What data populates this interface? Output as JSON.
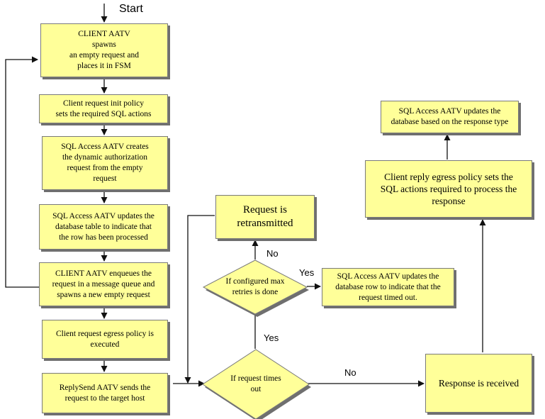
{
  "start_label": "Start",
  "boxes": {
    "spawn": "CLIENT AATV\nspawns\nan empty request and\nplaces it in FSM",
    "init_policy": "Client request init policy\nsets the required SQL actions",
    "create_request": "SQL Access AATV creates\nthe dynamic authorization\nrequest from the empty\nrequest",
    "update_table": "SQL Access AATV updates the\ndatabase table to indicate that\nthe row has been processed",
    "enqueue": "CLIENT AATV enqueues the\nrequest  in a message queue and\nspawns a new empty request",
    "egress_policy": "Client request egress policy is\nexecuted",
    "reply_send": "ReplySend AATV sends the\nrequest to the target host",
    "retransmitted": "Request is\nretransmitted",
    "timed_out": "SQL Access AATV updates the\ndatabase row to indicate that the\nrequest timed out.",
    "response_received": "Response is received",
    "reply_egress": "Client reply egress policy sets the\nSQL actions required to process the\nresponse",
    "update_response": "SQL Access AATV updates the\ndatabase based on the response type"
  },
  "decisions": {
    "times_out": "If request times\nout",
    "max_retries": "If configured max\nretries is done"
  },
  "edge_labels": {
    "max_retries_no": "No",
    "max_retries_yes": "Yes",
    "times_out_yes": "Yes",
    "times_out_no": "No"
  }
}
